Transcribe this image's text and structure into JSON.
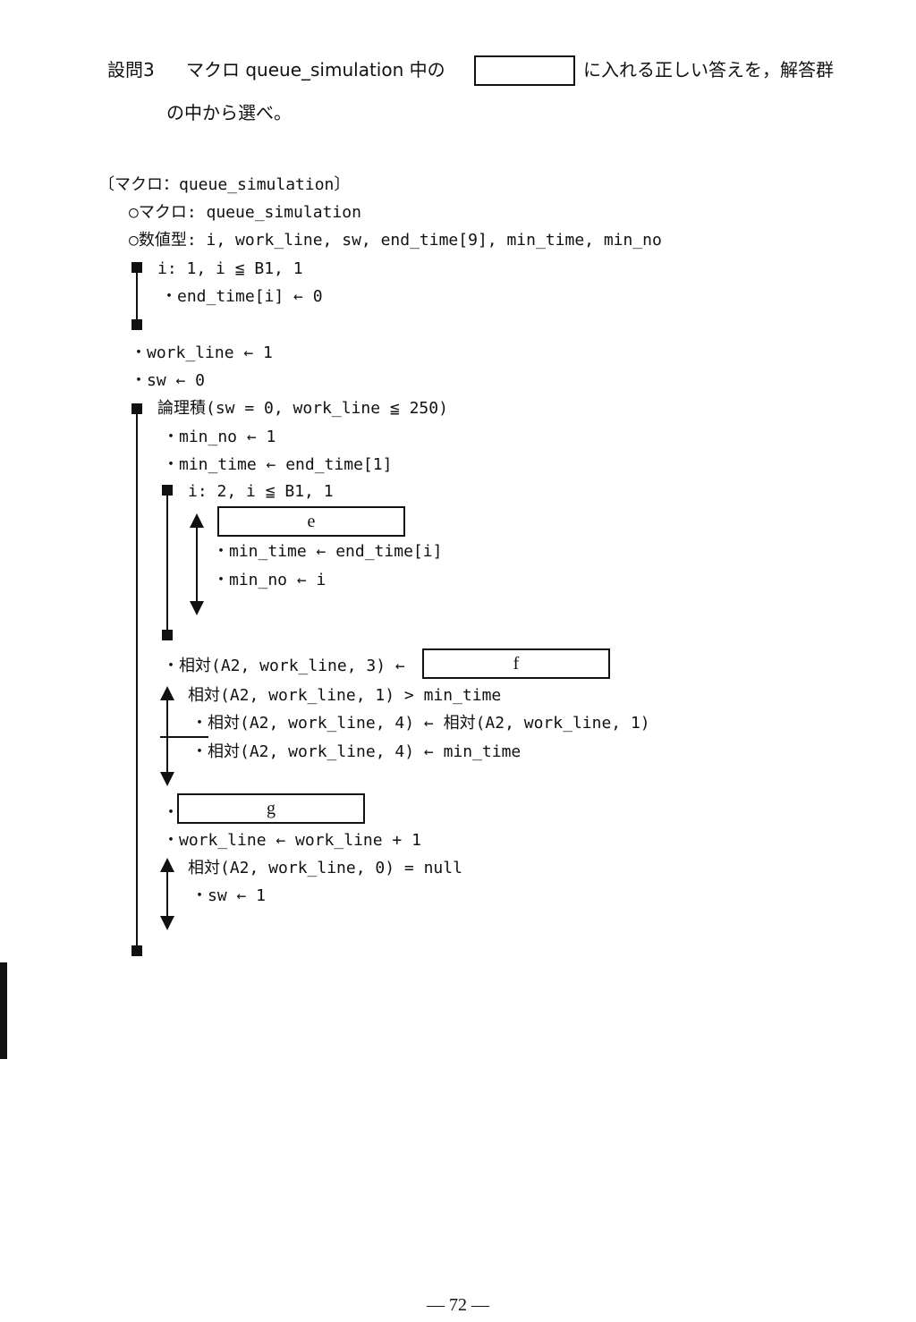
{
  "question": {
    "label": "設問3",
    "text_before": "マクロ queue_simulation 中の",
    "text_after": "に入れる正しい答えを，解答群",
    "line2": "の中から選べ。"
  },
  "macro": {
    "header": "〔マクロ：queue_simulation〕",
    "decl_macro": "○マクロ: queue_simulation",
    "decl_vars": "○数値型: i, work_line, sw, end_time[9], min_time, min_no",
    "loop1_head": "i: 1, i ≦ B1, 1",
    "loop1_body": "・end_time[i] ← 0",
    "init_work_line": "・work_line ← 1",
    "init_sw": "・sw ← 0",
    "main_loop_head": "論理積(sw = 0, work_line ≦ 250)",
    "min_no_init": "・min_no ← 1",
    "min_time_init": "・min_time ← end_time[1]",
    "loop2_head": "i: 2, i ≦ B1, 1",
    "blank_e": "e",
    "sel_min_time": "・min_time ← end_time[i]",
    "sel_min_no": "・min_no ← i",
    "assign_f": "・相対(A2, work_line, 3) ←",
    "blank_f": "f",
    "cond_head": "相対(A2, work_line, 1) > min_time",
    "cond_true": "・相対(A2, work_line, 4) ← 相対(A2, work_line, 1)",
    "cond_false": "・相対(A2, work_line, 4) ← min_time",
    "bullet_g": "・",
    "blank_g": "g",
    "inc_work_line": "・work_line ← work_line + 1",
    "null_cond": "相対(A2, work_line, 0) = null",
    "set_sw": "・sw ← 1"
  },
  "page_number": "― 72 ―"
}
